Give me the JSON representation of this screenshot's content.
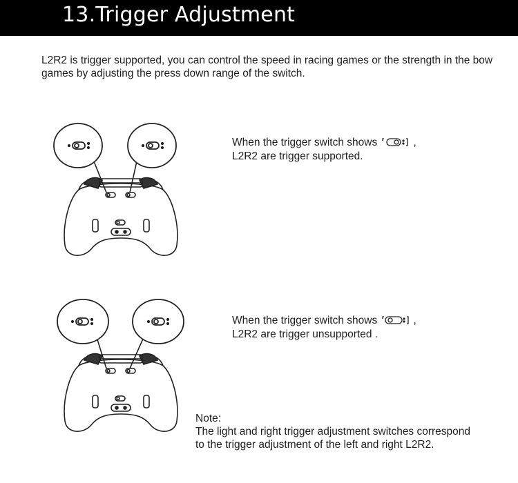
{
  "header": {
    "title": "13.Trigger Adjustment"
  },
  "intro": {
    "text": "L2R2 is trigger supported, you can control the speed in racing games or the strength in the bow games by adjusting the press down range of the switch."
  },
  "section1": {
    "line1_before": "When the trigger switch shows",
    "line1_after": ",",
    "line2": "L2R2 are trigger supported."
  },
  "section2": {
    "line1_before": "When the trigger switch shows",
    "line1_after": ",",
    "line2": "L2R2 are trigger unsupported ."
  },
  "note": {
    "label": "Note:",
    "line1": "The light and right trigger adjustment switches correspond",
    "line2": "to the trigger adjustment of the left and right L2R2."
  },
  "icons": {
    "controller": "controller-back-icon",
    "switch_on": "trigger-switch-on-icon",
    "switch_off": "trigger-switch-off-icon"
  }
}
